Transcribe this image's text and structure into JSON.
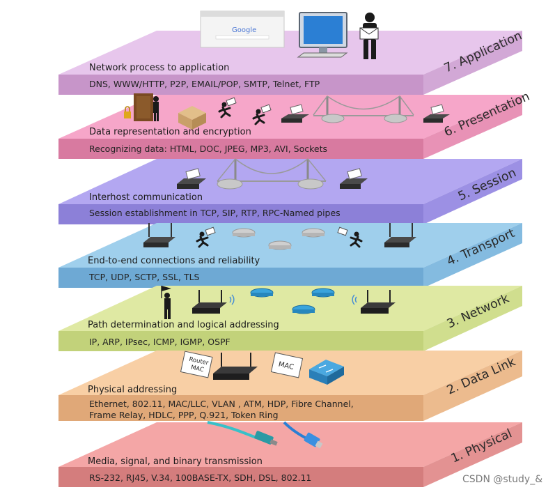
{
  "layers": [
    {
      "id": "application",
      "side_label": "7. Application",
      "title": "Network process to application",
      "protocols": [
        "DNS, WWW/HTTP, P2P, EMAIL/POP, SMTP, Telnet, FTP"
      ],
      "colors": {
        "top": "#e7c6ec",
        "front": "#c795c9",
        "side": "#d2a8d6"
      }
    },
    {
      "id": "presentation",
      "side_label": "6. Presentation",
      "title": "Data representation and encryption",
      "protocols": [
        "Recognizing data: HTML, DOC, JPEG, MP3, AVI, Sockets"
      ],
      "colors": {
        "top": "#f6a6c9",
        "front": "#d87aa0",
        "side": "#e892b6"
      }
    },
    {
      "id": "session",
      "side_label": "5. Session",
      "title": "Interhost communication",
      "protocols": [
        "Session establishment in TCP, SIP, RTP, RPC-Named pipes"
      ],
      "colors": {
        "top": "#b3a7f1",
        "front": "#8c80d8",
        "side": "#9c90e4"
      }
    },
    {
      "id": "transport",
      "side_label": "4. Transport",
      "title": "End-to-end connections and reliability",
      "protocols": [
        "TCP, UDP, SCTP, SSL, TLS"
      ],
      "colors": {
        "top": "#9fcfec",
        "front": "#6ea9d4",
        "side": "#84bbe0"
      }
    },
    {
      "id": "network",
      "side_label": "3. Network",
      "title": "Path determination and logical addressing",
      "protocols": [
        "IP, ARP, IPsec, ICMP, IGMP, OSPF"
      ],
      "colors": {
        "top": "#dfe9a3",
        "front": "#c2d27a",
        "side": "#d0de8e"
      }
    },
    {
      "id": "datalink",
      "side_label": "2. Data Link",
      "title": "Physical addressing",
      "protocols": [
        "Ethernet, 802.11, MAC/LLC, VLAN , ATM, HDP, Fibre Channel,",
        "Frame Relay, HDLC,  PPP, Q.921, Token Ring"
      ],
      "colors": {
        "top": "#f8cfa5",
        "front": "#e0a878",
        "side": "#ecbb8e"
      }
    },
    {
      "id": "physical",
      "side_label": "1. Physical",
      "title": "Media, signal, and binary transmission",
      "protocols": [
        "RS-232, RJ45, V.34, 100BASE-TX, SDH, DSL, 802.11"
      ],
      "colors": {
        "top": "#f4a6a6",
        "front": "#d47d7d",
        "side": "#e39292"
      }
    }
  ],
  "illustration_labels": {
    "search_logo": "Google",
    "router_tag": [
      "Router",
      "MAC"
    ],
    "mac_tag": "MAC"
  },
  "watermark": "CSDN @study_&"
}
